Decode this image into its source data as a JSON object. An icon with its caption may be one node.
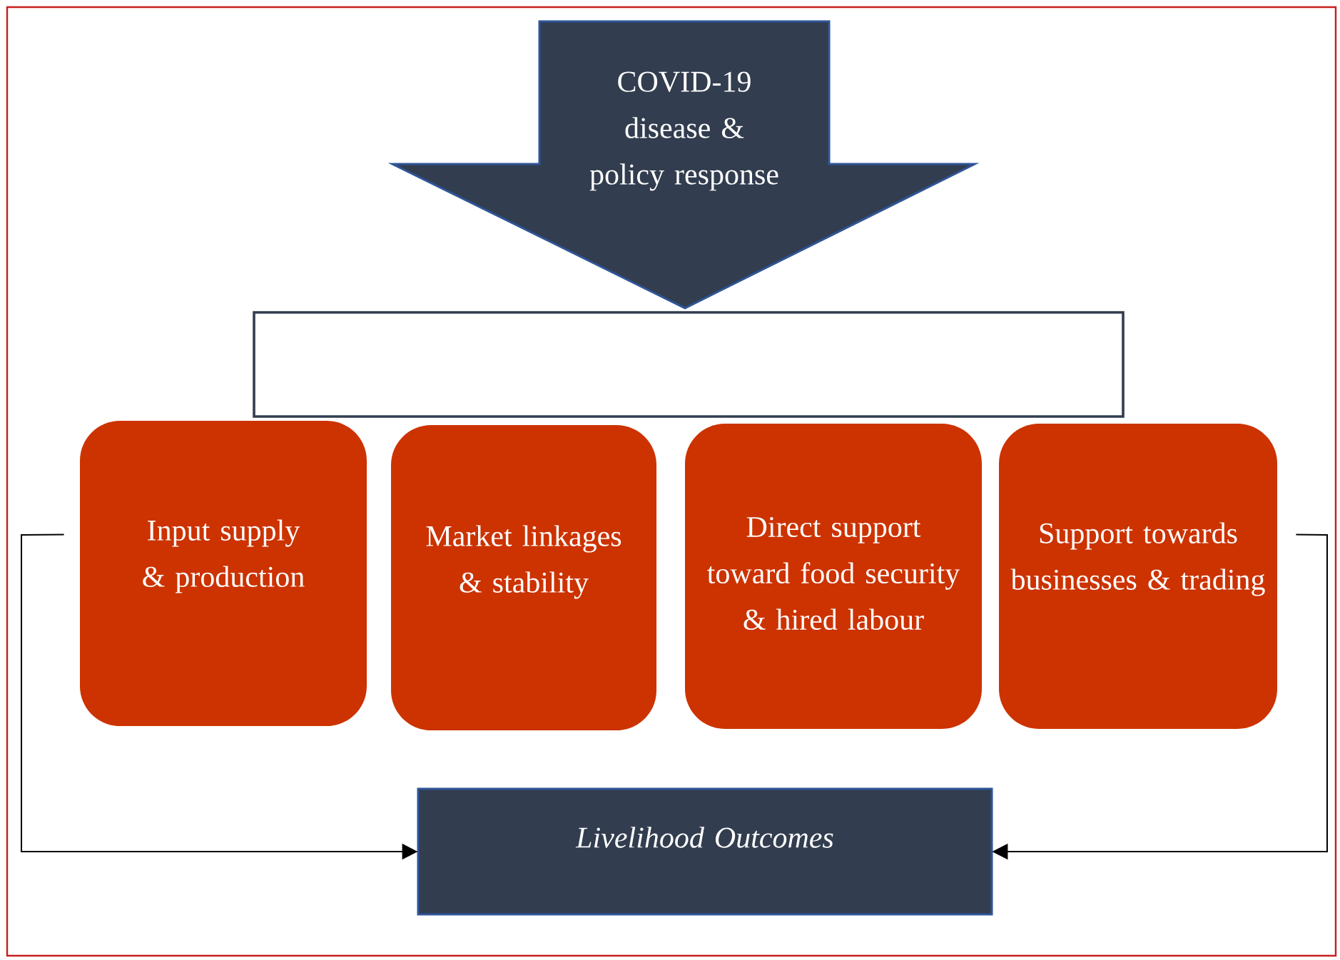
{
  "diagram": {
    "nodes": [
      {
        "text": [
          "COVID-19 disease & policy response"
        ]
      },
      {
        "text": [],
        "shape": "box"
      },
      {
        "text": [
          "Input supply & production"
        ]
      },
      {
        "text": [
          "Market linkages & stability"
        ]
      },
      {
        "text": [
          "Direct support toward food security & hired labour"
        ]
      },
      {
        "text": [
          "Support towards businesses & trading"
        ]
      },
      {
        "text": [
          "*Livelihood Outcomes*"
        ]
      }
    ],
    "edges": [
      {
        "from": 2,
        "to": 6,
        "arrow": "to"
      },
      {
        "from": 5,
        "to": 6,
        "arrow": "to"
      }
    ]
  }
}
